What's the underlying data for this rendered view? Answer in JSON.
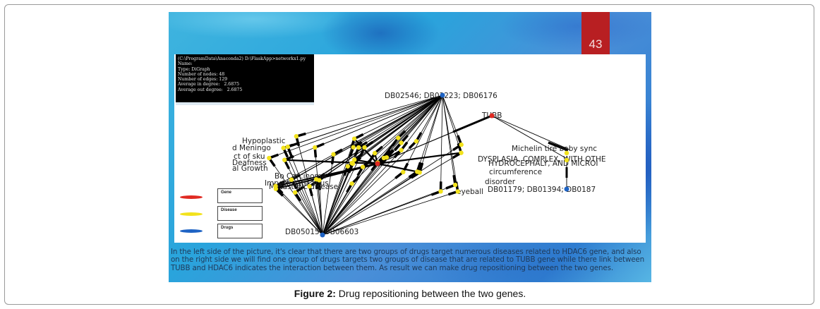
{
  "figure": {
    "caption_label": "Figure 2:",
    "caption_text": " Drug repositioning between the two genes."
  },
  "slide": {
    "page_number": "43",
    "console_lines": [
      "(C:\\ProgramData\\Anaconda2) D:\\FlaskApp>networkx1.py",
      "Name:",
      "Type: DiGraph",
      "Number of nodes: 48",
      "Number of edges: 129",
      "Average in degree:   2.6875",
      "Average out degree:   2.6875"
    ],
    "legend": [
      {
        "label": "Gene",
        "color": "#e02a22"
      },
      {
        "label": "Disease",
        "color": "#f2e21c"
      },
      {
        "label": "Drugs",
        "color": "#1e63c4"
      }
    ],
    "description": "In the left side of the picture, it's clear that there are two groups of drugs target numerous diseases related to HDAC6 gene, and also on the right side we will find one group of drugs targets two groups of disease that are related to TUBB gene while there link between TUBB and HDAC6 indicates the interaction between them. As result we can make drug repositioning between the two genes."
  },
  "network": {
    "node_labels": {
      "drug_top": "DB02546; DB03223; DB06176",
      "drug_bottom": "DB05015; DB06603",
      "drug_right": "DB01179; DB01394; DB0187",
      "gene_tubb": "TUBB",
      "disease_michelin": "Michelin tire baby sync",
      "disease_hydro": "HYDROCEPHALY, AND MICROI",
      "disease_dysplasia": "DYSPLASIA, COMPLEX, WITH OTHE",
      "disease_circumference": "circumference",
      "disease_disorder": "disorder",
      "disease_eyeball": "eyeball",
      "cluster_1": "Hypoplastic",
      "cluster_2": "d Meningo",
      "cluster_3": "ct of sku",
      "cluster_4": "Deafness",
      "cluster_5": "al Growth",
      "cluster_6": "Bo Carcinoma",
      "cluster_7": "Imperforate anus",
      "cluster_8": "Metastatic disease"
    },
    "colors": {
      "gene": "#e02a22",
      "disease": "#f2e21c",
      "drug": "#1e63c4"
    }
  }
}
